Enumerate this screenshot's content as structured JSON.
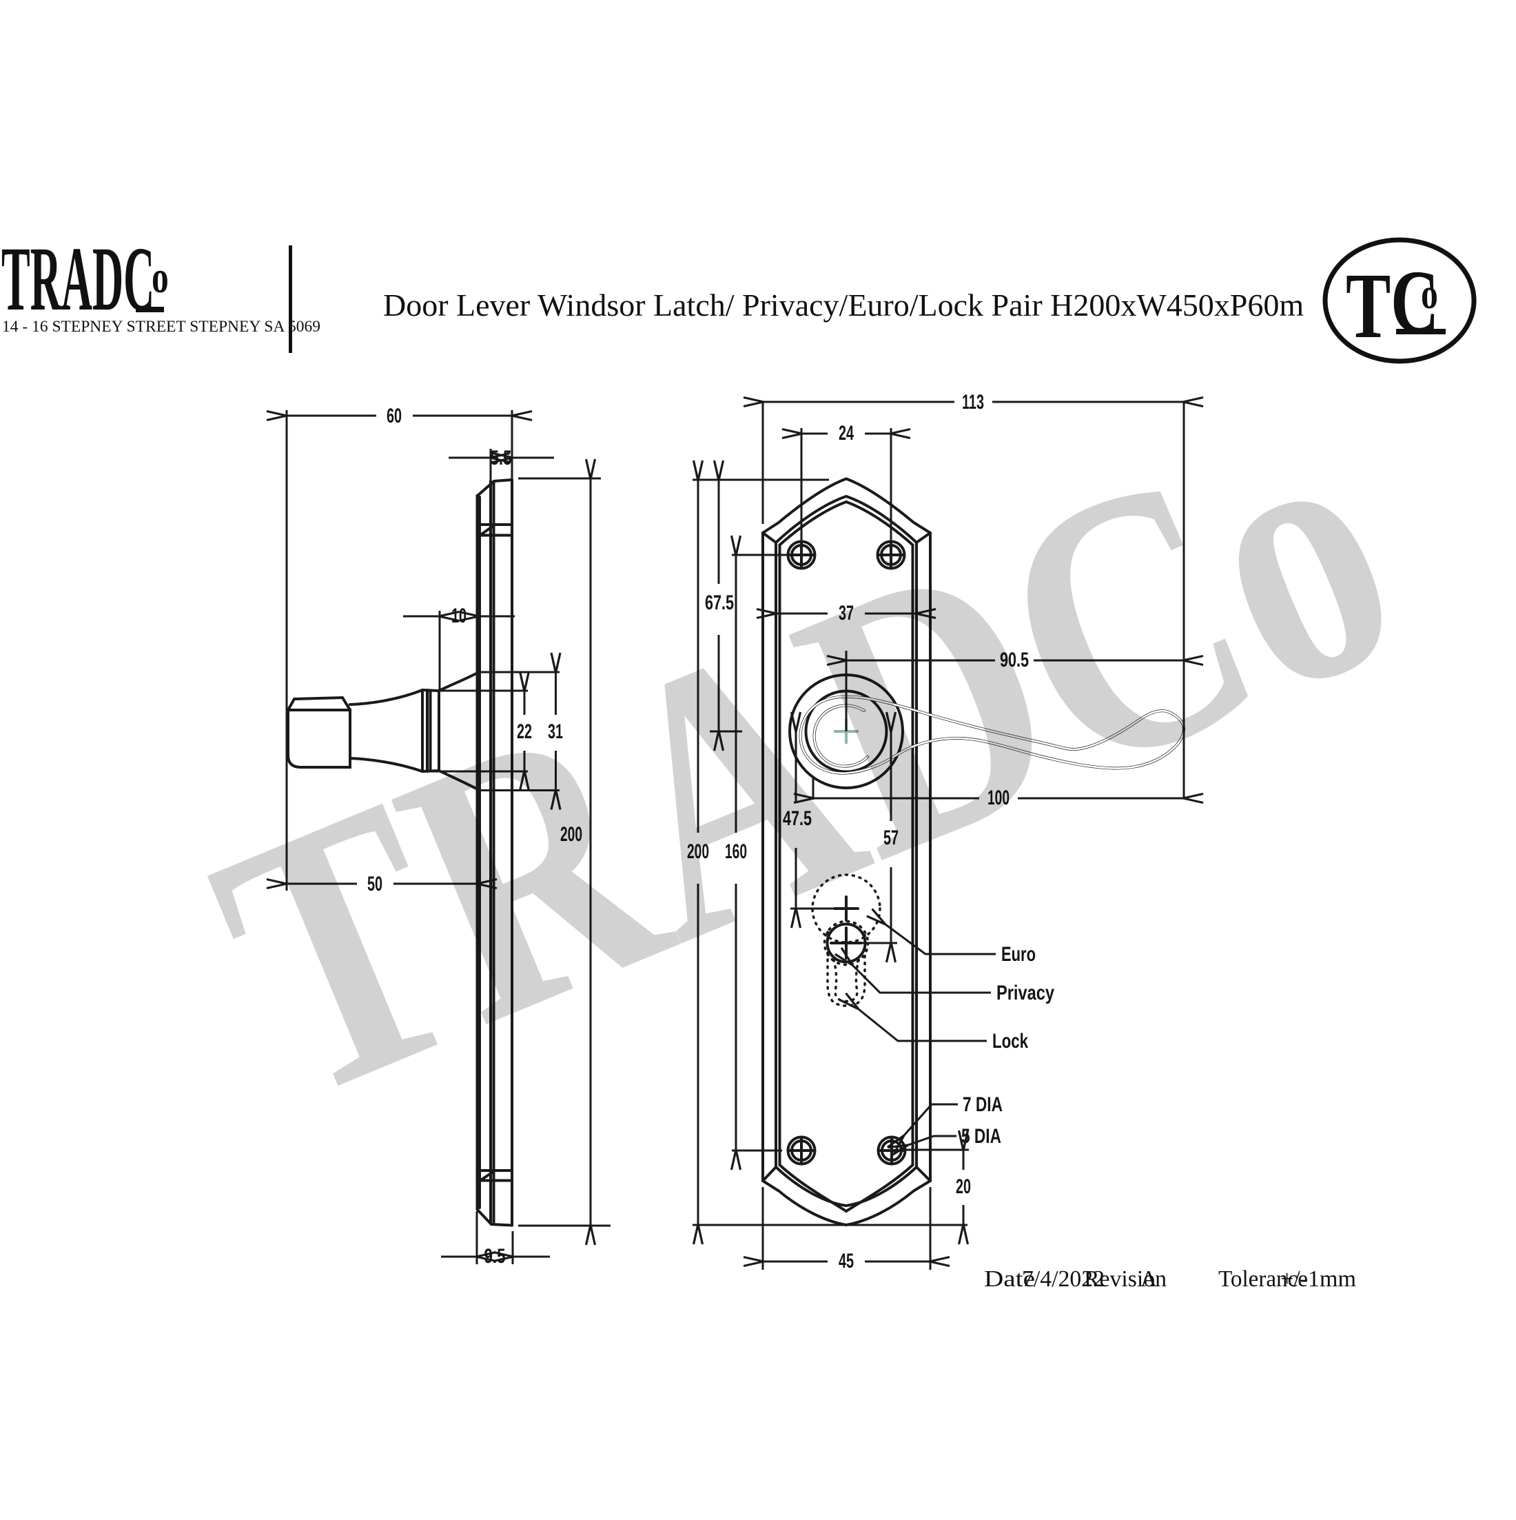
{
  "header": {
    "brand": "TRADC",
    "brand_o": "o",
    "address": "14 - 16 STEPNEY STREET STEPNEY SA 5069",
    "title": "Door Lever Windsor Latch/ Privacy/Euro/Lock Pair H200xW450xP60m",
    "badge_t": "T",
    "badge_c": "C",
    "badge_o": "o"
  },
  "watermark": "TRADCo",
  "side_view": {
    "dims": {
      "overall_depth": "60",
      "plate_thickness": "5.5",
      "boss_projection": "10",
      "collar_diameter": "22",
      "boss_diameter": "31",
      "knob_depth": "50",
      "plate_height": "200",
      "edge_thickness": "9.5"
    }
  },
  "front_view": {
    "dims": {
      "overall_width": "113",
      "screw_spacing": "24",
      "top_to_handle_centre": "67.5",
      "plate_inner_width": "37",
      "centre_to_lever_tip": "90.5",
      "lever_length": "100",
      "plate_height": "200",
      "screw_centres": "160",
      "centre_to_privacy": "47.5",
      "centre_to_euro": "57",
      "plate_width": "45",
      "screw_to_bottom": "20"
    },
    "callouts": {
      "euro": "Euro",
      "privacy": "Privacy",
      "lock": "Lock",
      "screw_hole_outer": "7 DIA",
      "screw_hole_inner": "5 DIA"
    }
  },
  "footer": {
    "date_label": "Date",
    "date_value": "7/4/2022",
    "revision_label": "Revision",
    "revision_value": "A",
    "tolerance_label": "Tolerance",
    "tolerance_value": "+/-1mm"
  }
}
